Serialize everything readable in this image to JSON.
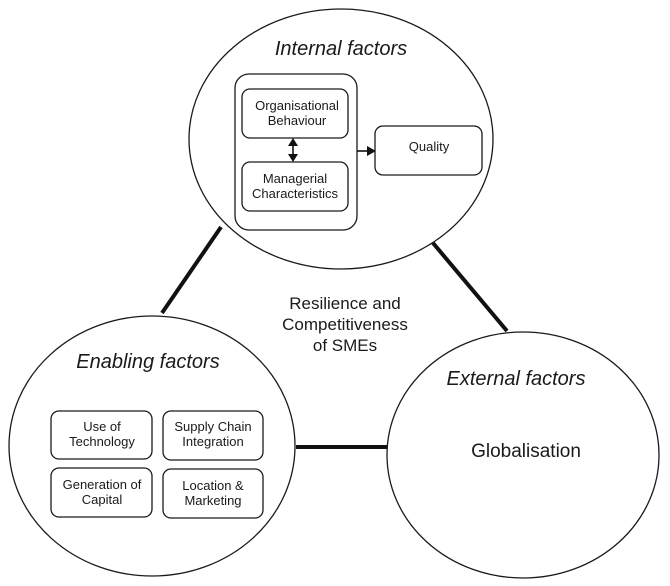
{
  "center": {
    "lines": [
      "Resilience and",
      "Competitiveness",
      "of SMEs"
    ]
  },
  "internal": {
    "title": "Internal factors",
    "group": [
      {
        "lines": [
          "Organisational",
          "Behaviour"
        ]
      },
      {
        "lines": [
          "Managerial",
          "Characteristics"
        ]
      }
    ],
    "output": {
      "lines": [
        "Quality"
      ]
    }
  },
  "enabling": {
    "title": "Enabling factors",
    "boxes": [
      {
        "lines": [
          "Use of",
          "Technology"
        ]
      },
      {
        "lines": [
          "Supply Chain",
          "Integration"
        ]
      },
      {
        "lines": [
          "Generation of",
          "Capital"
        ]
      },
      {
        "lines": [
          "Location &",
          "Marketing"
        ]
      }
    ]
  },
  "external": {
    "title": "External factors",
    "items": [
      "Globalisation"
    ]
  }
}
